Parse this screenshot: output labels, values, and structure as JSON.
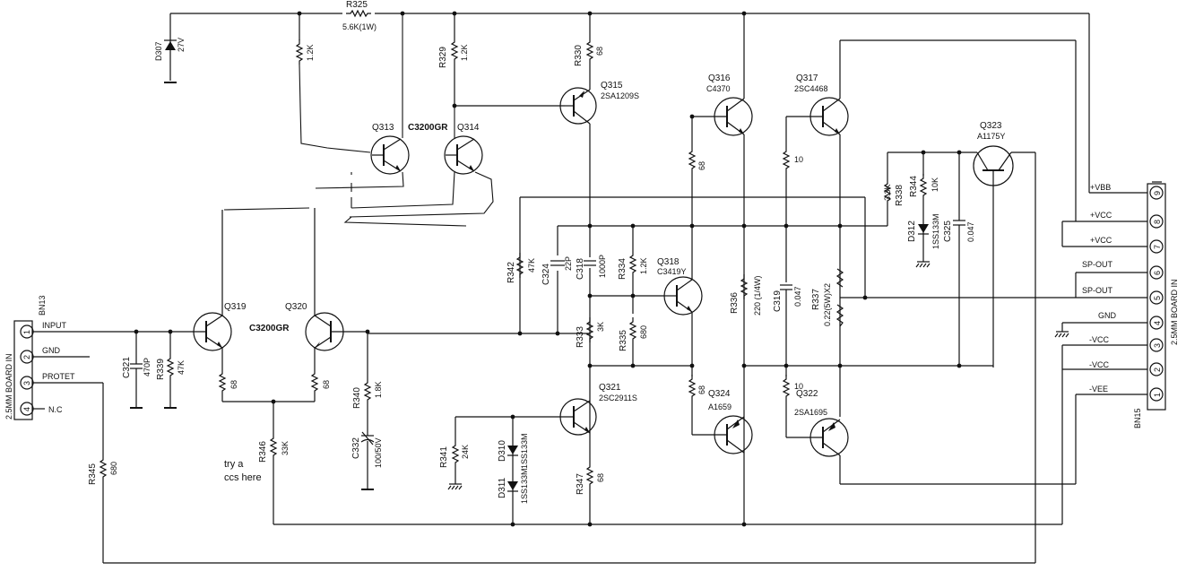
{
  "diagram": {
    "resistors": {
      "r325": {
        "ref": "R325",
        "value": "5.6K(1W)"
      },
      "r_q313": {
        "ref": "",
        "value": "1.2K"
      },
      "r329": {
        "ref": "R329",
        "value": "1.2K"
      },
      "r330": {
        "ref": "R330",
        "value": "68"
      },
      "r_q316": {
        "ref": "",
        "value": "68"
      },
      "r_q317": {
        "ref": "",
        "value": "10"
      },
      "r338": {
        "ref": "R338",
        "value": "3.3K"
      },
      "r344": {
        "ref": "R344",
        "value": "10K"
      },
      "r342": {
        "ref": "R342",
        "value": "47K"
      },
      "r334": {
        "ref": "R334",
        "value": "1.2K"
      },
      "r333": {
        "ref": "R333",
        "value": "3K"
      },
      "r335": {
        "ref": "R335",
        "value": "680"
      },
      "r336": {
        "ref": "R336",
        "value": "220 (1/4W)"
      },
      "r337": {
        "ref": "R337",
        "value": "0.22(5W)X2"
      },
      "r339": {
        "ref": "R339",
        "value": "47K"
      },
      "r_q319": {
        "ref": "",
        "value": "68"
      },
      "r_q320": {
        "ref": "",
        "value": "68"
      },
      "r340": {
        "ref": "R340",
        "value": "1.8K"
      },
      "r_q324": {
        "ref": "",
        "value": "68"
      },
      "r_q322": {
        "ref": "",
        "value": "10"
      },
      "r341": {
        "ref": "R341",
        "value": "24K"
      },
      "r347": {
        "ref": "R347",
        "value": "68"
      },
      "r346": {
        "ref": "R346",
        "value": "33K"
      },
      "r345": {
        "ref": "R345",
        "value": "680"
      }
    },
    "capacitors": {
      "c324": {
        "ref": "C324",
        "value": "22P"
      },
      "c318": {
        "ref": "C318",
        "value": "1000P"
      },
      "c319": {
        "ref": "C319",
        "value": "0.047"
      },
      "c325": {
        "ref": "C325",
        "value": "0.047"
      },
      "c321": {
        "ref": "C321",
        "value": "470P"
      },
      "c332": {
        "ref": "C332",
        "value": "100/50V"
      }
    },
    "diodes": {
      "d307": {
        "ref": "D307",
        "value": "27V"
      },
      "d312": {
        "ref": "D312",
        "value": "1SS133M"
      },
      "d310": {
        "ref": "D310",
        "value": "1SS133M"
      },
      "d311": {
        "ref": "D311",
        "value": "1SS133M"
      }
    },
    "transistors": {
      "q313": {
        "ref": "Q313",
        "part": "C3200GR"
      },
      "q314": {
        "ref": "Q314",
        "part": ""
      },
      "q315": {
        "ref": "Q315",
        "part": "2SA1209S"
      },
      "q316": {
        "ref": "Q316",
        "part": "C4370"
      },
      "q317": {
        "ref": "Q317",
        "part": "2SC4468"
      },
      "q323": {
        "ref": "Q323",
        "part": "A1175Y"
      },
      "q318": {
        "ref": "Q318",
        "part": "C3419Y"
      },
      "q319": {
        "ref": "Q319",
        "part": ""
      },
      "q320": {
        "ref": "Q320",
        "part": "C3200GR"
      },
      "q321": {
        "ref": "Q321",
        "part": "2SC2911S"
      },
      "q324": {
        "ref": "Q324",
        "part": "A1659"
      },
      "q322": {
        "ref": "Q322",
        "part": "2SA1695"
      }
    },
    "connector_left": {
      "name": "BN13",
      "board_label": "2.5MM BOARD IN",
      "pins": [
        {
          "n": "1",
          "signal": "INPUT"
        },
        {
          "n": "2",
          "signal": "GND"
        },
        {
          "n": "3",
          "signal": "PROTET"
        },
        {
          "n": "4",
          "signal": "N.C"
        }
      ]
    },
    "connector_right": {
      "name": "BN15",
      "board_label": "2.5MM BOARD IN",
      "pins": [
        {
          "n": "9",
          "signal": "+VBB"
        },
        {
          "n": "8",
          "signal": "+VCC"
        },
        {
          "n": "7",
          "signal": "+VCC"
        },
        {
          "n": "6",
          "signal": "SP-OUT"
        },
        {
          "n": "5",
          "signal": "SP-OUT"
        },
        {
          "n": "4",
          "signal": "GND"
        },
        {
          "n": "3",
          "signal": "-VCC"
        },
        {
          "n": "2",
          "signal": "-VCC"
        },
        {
          "n": "1",
          "signal": "-VEE"
        }
      ]
    },
    "note": {
      "line1": "try a",
      "line2": "ccs here"
    }
  }
}
